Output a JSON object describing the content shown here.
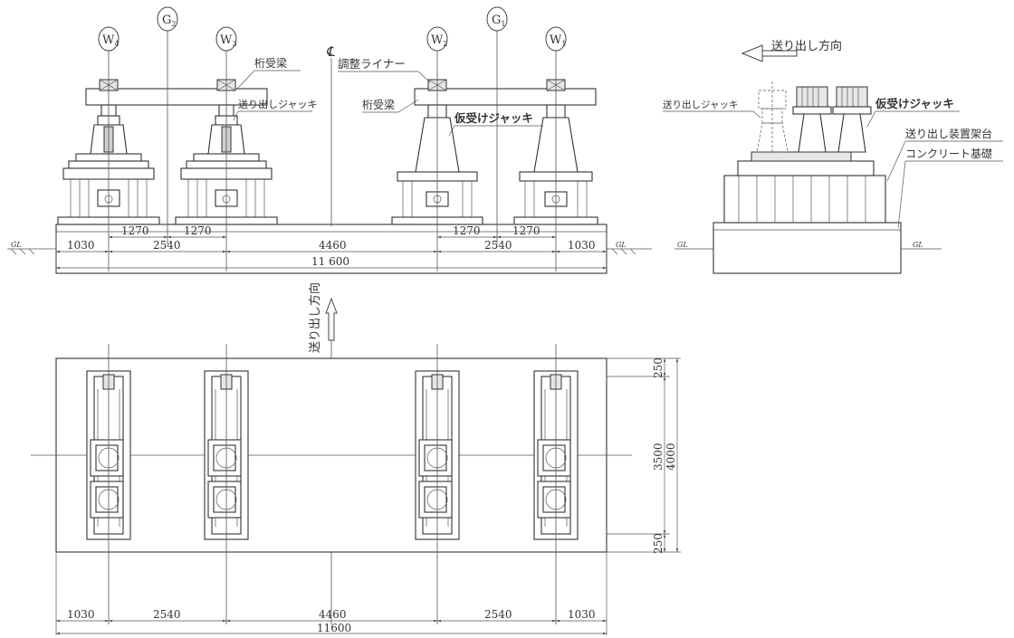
{
  "elevation": {
    "markers": {
      "w4": {
        "main": "W",
        "sub": "4"
      },
      "g2": {
        "main": "G",
        "sub": "2"
      },
      "w3": {
        "main": "W",
        "sub": "3"
      },
      "w2": {
        "main": "W",
        "sub": "2"
      },
      "g1": {
        "main": "G",
        "sub": "1"
      },
      "w1": {
        "main": "W",
        "sub": "1"
      }
    },
    "centerline_symbol": "℄",
    "labels": {
      "girder_beam_left": "桁受梁",
      "adjust_liner": "調整ライナー",
      "launch_jack": "送り出しジャッキ",
      "girder_beam_right": "桁受梁",
      "temp_jack": "仮受けジャッキ"
    },
    "dimensions": {
      "row1": [
        "1270",
        "1270",
        "1270",
        "1270"
      ],
      "row2": [
        "1030",
        "2540",
        "4460",
        "2540",
        "1030"
      ],
      "total": "11 600"
    }
  },
  "side_view": {
    "labels": {
      "direction": "送り出し方向",
      "launch_jack": "送り出しジャッキ",
      "temp_jack": "仮受けジャッキ",
      "frame": "送り出し装置架台",
      "foundation": "コンクリート基礎"
    }
  },
  "plan": {
    "direction_label": "送り出し方向",
    "dimensions": {
      "bottom": [
        "1030",
        "2540",
        "4460",
        "2540",
        "1030"
      ],
      "total": "11600",
      "right_edge_top": "250",
      "right_inner": "3500",
      "right_total": "4000",
      "right_edge_bottom": "250"
    }
  }
}
